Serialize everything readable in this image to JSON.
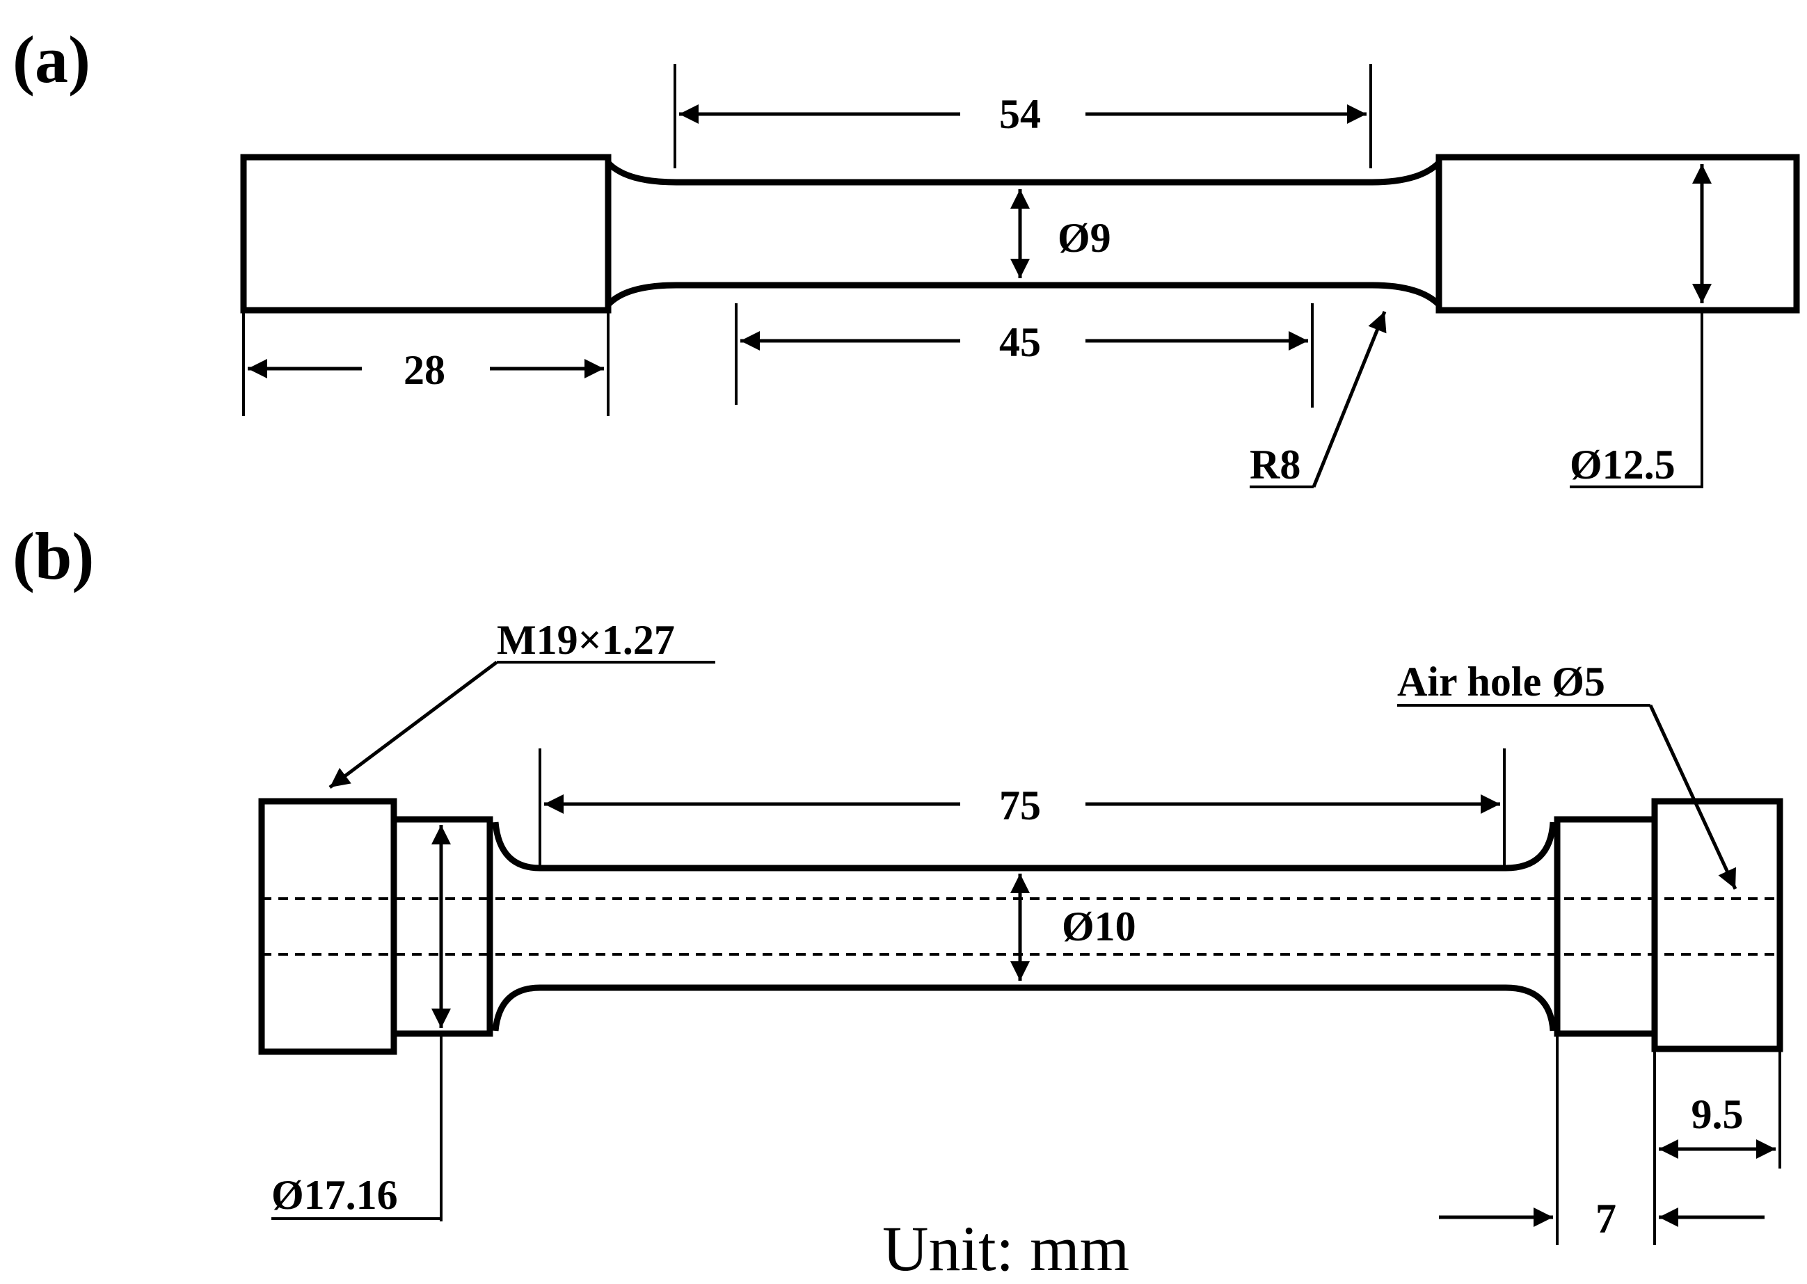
{
  "panel_a": {
    "label": "(a)",
    "dims": {
      "length_54": "54",
      "length_45": "45",
      "length_28": "28",
      "dia_9": "Ø9",
      "radius": "R8",
      "dia_12_5": "Ø12.5"
    }
  },
  "panel_b": {
    "label": "(b)",
    "dims": {
      "thread": "M19×1.27",
      "air_hole": "Air hole Ø5",
      "length_75": "75",
      "dia_10": "Ø10",
      "dia_17_16": "Ø17.16",
      "length_9_5": "9.5",
      "length_7": "7"
    }
  },
  "unit": "Unit: mm"
}
